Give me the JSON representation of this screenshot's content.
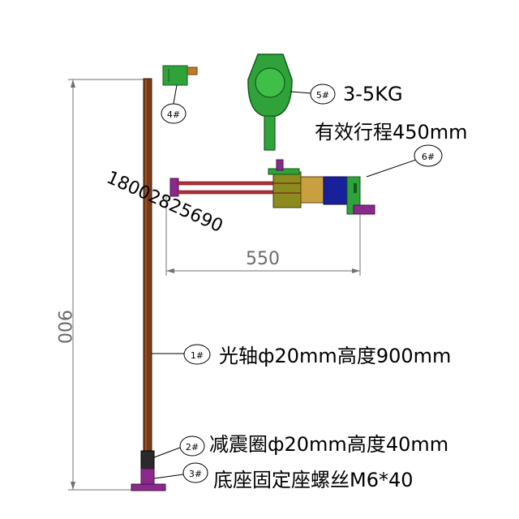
{
  "dimensions": {
    "height": "900",
    "width": "550"
  },
  "phone": "18002825690",
  "parts": [
    {
      "tag": "1#",
      "description": "光轴ф20mm高度900mm"
    },
    {
      "tag": "2#",
      "description": "减震圈ф20mm高度40mm"
    },
    {
      "tag": "3#",
      "description": "底座固定座螺丝M6*40"
    },
    {
      "tag": "4#",
      "description": ""
    },
    {
      "tag": "5#",
      "description": "3-5KG"
    },
    {
      "tag": "6#",
      "description": ""
    }
  ],
  "stroke_note": "有效行程450mm",
  "colors": {
    "pole": "#7a3b17",
    "pole_dark": "#4a2008",
    "arm": "#b0303a",
    "green": "#2fa33a",
    "olive": "#8c8c1e",
    "navy": "#18209a",
    "magenta": "#8a2a8c",
    "dim_line": "#707070"
  }
}
